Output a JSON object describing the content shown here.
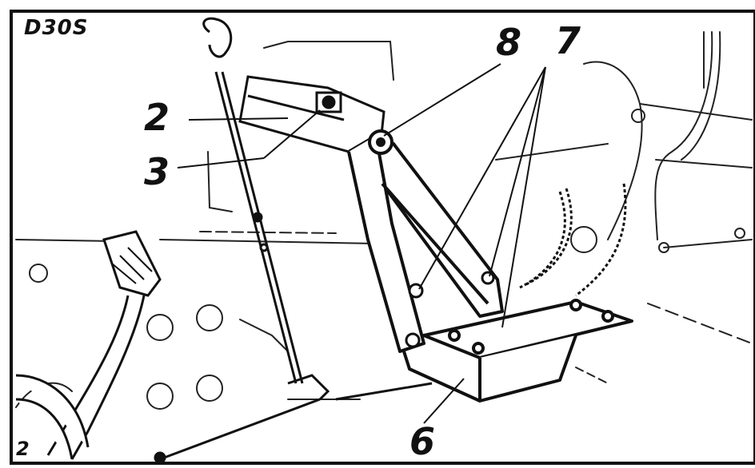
{
  "figure": {
    "model_code": "D30S",
    "figure_number": "2"
  },
  "callouts": [
    {
      "id": "2",
      "label": "2"
    },
    {
      "id": "3",
      "label": "3"
    },
    {
      "id": "8",
      "label": "8"
    },
    {
      "id": "7",
      "label": "7"
    },
    {
      "id": "6",
      "label": "6"
    }
  ]
}
